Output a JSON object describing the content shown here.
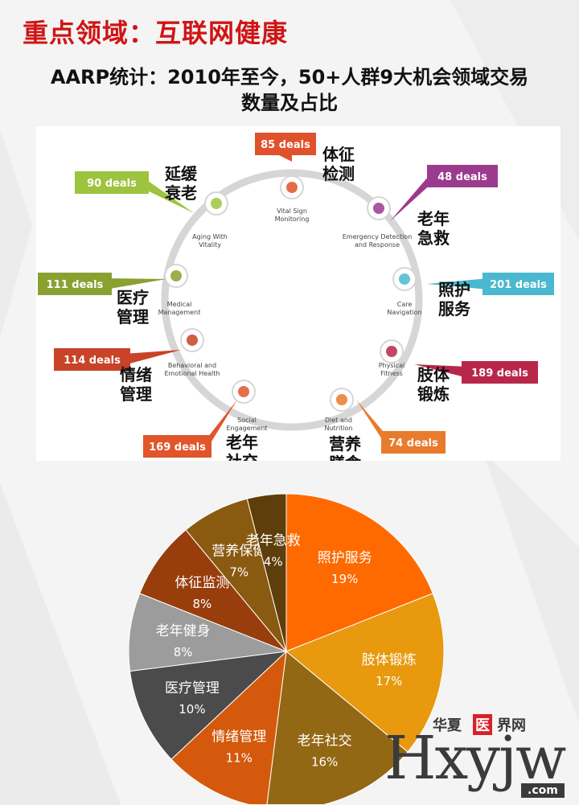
{
  "header": {
    "title": "重点领域：互联网健康",
    "subtitle_line1": "AARP统计：2010年至今，50+人群9大机会领域交易",
    "subtitle_line2": "数量及占比"
  },
  "colors": {
    "title_red": "#d01414",
    "ring": "#d6d6d6"
  },
  "infographic": {
    "items": [
      {
        "deals": "85 deals",
        "en1": "Vital Sign",
        "en2": "Monitoring",
        "cn1": "体征",
        "cn2": "检测",
        "color": "#e0522c",
        "icon": "heart-monitor-icon"
      },
      {
        "deals": "48 deals",
        "en1": "Emergency Detection",
        "en2": "and Response",
        "cn1": "老年",
        "cn2": "急救",
        "color": "#9b3b8e",
        "icon": "emergency-phone-icon"
      },
      {
        "deals": "201 deals",
        "en1": "Care",
        "en2": "Navigation",
        "cn1": "照护",
        "cn2": "服务",
        "color": "#4ab8cf",
        "icon": "map-navigation-icon"
      },
      {
        "deals": "189 deals",
        "en1": "Physical",
        "en2": "Fitness",
        "cn1": "肢体",
        "cn2": "锻炼",
        "color": "#b8274a",
        "icon": "yoga-icon"
      },
      {
        "deals": "74 deals",
        "en1": "Diet and",
        "en2": "Nutrition",
        "cn1": "营养",
        "cn2": "膳食",
        "color": "#e87b2c",
        "icon": "food-plate-icon"
      },
      {
        "deals": "169 deals",
        "en1": "Social",
        "en2": "Engagement",
        "cn1": "老年",
        "cn2": "社交",
        "color": "#e0562a",
        "icon": "social-people-icon"
      },
      {
        "deals": "114 deals",
        "en1": "Behavioral and",
        "en2": "Emotional Health",
        "cn1": "情绪",
        "cn2": "管理",
        "color": "#c84327",
        "icon": "brain-icon"
      },
      {
        "deals": "111 deals",
        "en1": "Medical",
        "en2": "Management",
        "cn1": "医疗",
        "cn2": "管理",
        "color": "#8aa131",
        "icon": "pill-bottle-icon"
      },
      {
        "deals": "90 deals",
        "en1": "Aging With",
        "en2": "Vitality",
        "cn1": "延缓",
        "cn2": "衰老",
        "color": "#9dc33f",
        "icon": "runner-icon"
      }
    ]
  },
  "chart_data": {
    "type": "pie",
    "title": "",
    "slices": [
      {
        "label": "照护服务",
        "pct": "19%",
        "value": 19,
        "color": "#ff6a00"
      },
      {
        "label": "肢体锻炼",
        "pct": "17%",
        "value": 17,
        "color": "#e8990e"
      },
      {
        "label": "老年社交",
        "pct": "16%",
        "value": 16,
        "color": "#936814"
      },
      {
        "label": "情绪管理",
        "pct": "11%",
        "value": 11,
        "color": "#d4590c"
      },
      {
        "label": "医疗管理",
        "pct": "10%",
        "value": 10,
        "color": "#4b4b4b"
      },
      {
        "label": "老年健身",
        "pct": "8%",
        "value": 8,
        "color": "#9c9c9c"
      },
      {
        "label": "体征监测",
        "pct": "8%",
        "value": 8,
        "color": "#983e0c"
      },
      {
        "label": "营养保健",
        "pct": "7%",
        "value": 7,
        "color": "#8a5a10"
      },
      {
        "label": "老年急救",
        "pct": "4%",
        "value": 4,
        "color": "#5e3e0a"
      }
    ]
  },
  "logo": {
    "small_left": "华夏",
    "small_mid": "医",
    "small_right": "界网",
    "big": "Hxyjw",
    "com": ".com"
  }
}
